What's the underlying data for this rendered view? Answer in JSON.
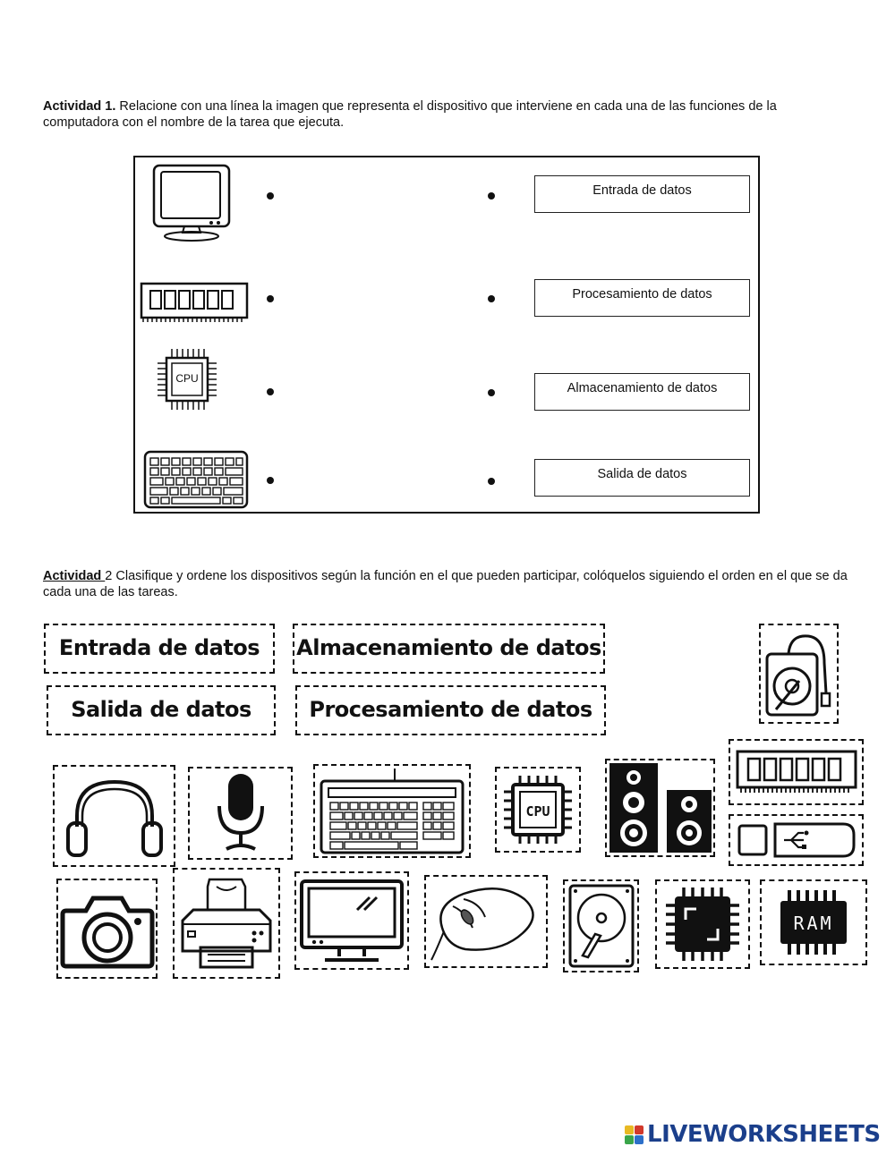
{
  "activity1": {
    "heading": "Actividad 1.",
    "text": " Relacione con una línea la imagen que representa el dispositivo que interviene en cada una de las funciones de la computadora con el nombre de la tarea que ejecuta.",
    "left_icons": [
      "monitor-icon",
      "ram-module-icon",
      "cpu-chip-icon",
      "keyboard-icon"
    ],
    "cpu_label": "CPU",
    "targets": [
      "Entrada de datos",
      "Procesamiento de datos",
      "Almacenamiento de datos",
      "Salida de datos"
    ]
  },
  "activity2": {
    "heading": "Actividad ",
    "text": "2 Clasifique y ordene los dispositivos según la función en el que pueden participar, colóquelos siguiendo el orden en el que se da cada una de las tareas.",
    "categories": [
      "Entrada de datos",
      "Almacenamiento de datos",
      "Salida de datos",
      "Procesamiento de datos"
    ],
    "cards": [
      "external-hard-drive-icon",
      "ram-module-icon",
      "usb-flash-drive-icon",
      "headphones-icon",
      "microphone-icon",
      "keyboard-icon",
      "cpu-icon",
      "speakers-icon",
      "camera-icon",
      "printer-icon",
      "monitor-icon",
      "mouse-icon",
      "hard-disk-icon",
      "processor-chip-icon",
      "ram-chip-icon"
    ],
    "cpu_card_label": "CPU",
    "ram_chip_label": "RAM"
  },
  "footer": {
    "brand": "LIVEWORKSHEETS",
    "brand_color": "#1b3f8b"
  }
}
